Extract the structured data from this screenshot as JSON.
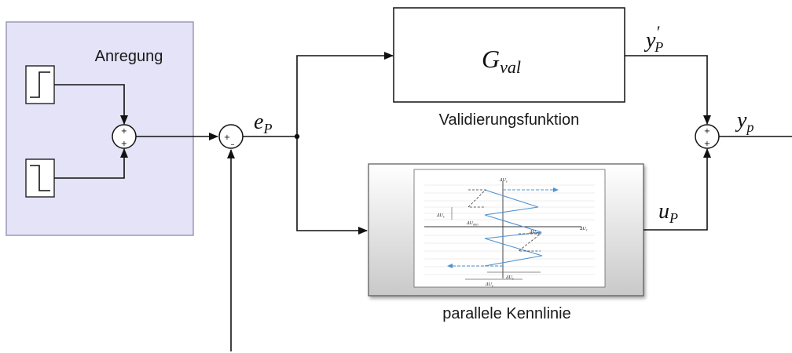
{
  "diagram": {
    "excitation_label": "Anregung",
    "validation_function_label": "Validierungsfunktion",
    "parallel_curve_label": "parallele Kennlinie",
    "gval_base": "G",
    "gval_sub": "val",
    "e_base": "e",
    "e_sub": "P",
    "y_prime_base": "y",
    "y_prime_mark": "′",
    "y_prime_sub": "P",
    "y_out_base": "y",
    "y_out_sub": "p",
    "u_base": "u",
    "u_sub": "P",
    "sum_plus": "+",
    "sum_minus": "–",
    "inner_labels": {
      "du_s_top": "ΔU",
      "du_s_top_sub": "s",
      "du_s_left": "ΔU",
      "du_s_left_sub": "s",
      "du_min": "ΔU",
      "du_min_sub": "min",
      "du_max": "ΔU",
      "du_max_sub": "max",
      "du_r": "ΔU",
      "du_r_sub": "r",
      "du_s_bottom1": "ΔU",
      "du_s_bottom1_sub": "s",
      "du_s_bottom2": "ΔU",
      "du_s_bottom2_sub": "s"
    }
  },
  "colors": {
    "excitation_fill": "#e4e3f8",
    "excitation_border": "#9a9ab8",
    "hysteresis_line": "#4f93d2",
    "wire": "#111111"
  }
}
